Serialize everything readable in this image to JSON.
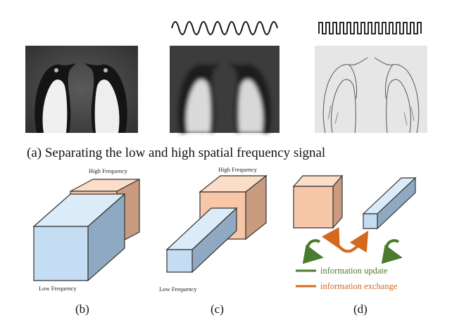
{
  "panel_a": {
    "caption": "(a) Separating the low and high spatial frequency signal"
  },
  "panel_b": {
    "label": "(b)",
    "high_label": "High Frequency",
    "low_label": "Low Frequency"
  },
  "panel_c": {
    "label": "(c)",
    "high_label": "High Frequency",
    "low_label": "Low Frequency"
  },
  "panel_d": {
    "label": "(d)",
    "legend": [
      {
        "text": "information update",
        "color": "#4a7a2e"
      },
      {
        "text": "information exchange",
        "color": "#d2691e"
      }
    ]
  },
  "colors": {
    "low_front": "#c4ddf2",
    "low_top": "#dcebf8",
    "low_side": "#8ea9c1",
    "high_front": "#f7c7a8",
    "high_top": "#fbddc8",
    "high_side": "#c99c82",
    "update_arrow": "#4a7a2e",
    "exchange_arrow": "#d2691e"
  },
  "icons": [
    "sine-wave-icon",
    "square-wave-icon",
    "update-cycle-icon",
    "exchange-arc-icon"
  ]
}
